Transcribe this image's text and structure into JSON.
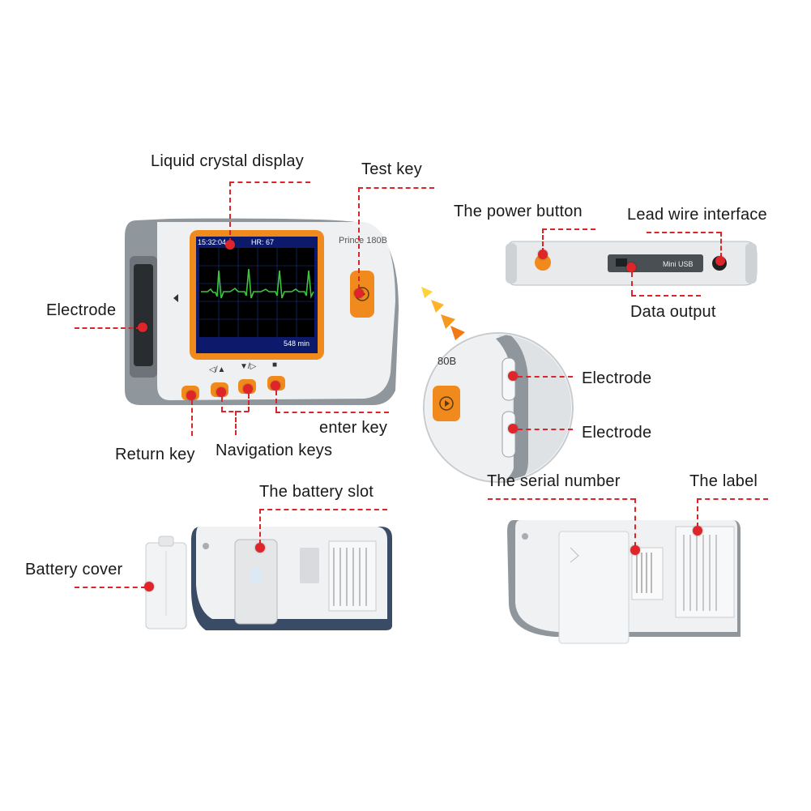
{
  "labels": {
    "lcd": "Liquid crystal display",
    "test_key": "Test key",
    "electrode_main": "Electrode",
    "return_key": "Return key",
    "navigation_keys": "Navigation keys",
    "enter_key": "enter key",
    "power_button": "The power button",
    "lead_wire": "Lead wire interface",
    "data_output": "Data output",
    "electrode_1": "Electrode",
    "electrode_2": "Electrode",
    "battery_slot": "The battery slot",
    "battery_cover": "Battery cover",
    "serial_number": "The serial number",
    "the_label": "The label"
  },
  "device": {
    "brand": "Prince 180B",
    "screen_time": "15:32:04",
    "screen_hr": "HR: 67",
    "screen_duration": "548 min",
    "key_symbols": [
      "◁/▲",
      "▼/▷",
      "■"
    ],
    "zoom_model": "80B",
    "port_text": "Mini USB"
  },
  "colors": {
    "accent_orange": "#f08a1c",
    "marker_red": "#e0252a",
    "device_white": "#eef0f2",
    "device_grey": "#8f969c"
  }
}
